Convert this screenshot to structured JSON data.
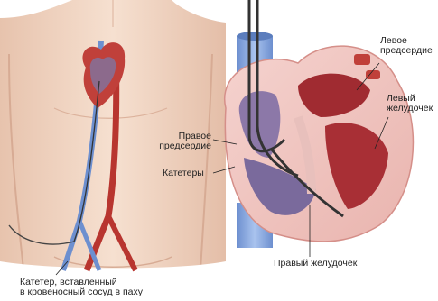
{
  "labels": {
    "left_atrium": [
      "Левое",
      "предсердие"
    ],
    "left_ventricle": [
      "Левый",
      "желудочек"
    ],
    "right_atrium": [
      "Правое",
      "предсердие"
    ],
    "catheters": "Катетеры",
    "right_ventricle": "Правый желудочек",
    "catheter_insertion": [
      "Катетер, вставленный",
      "в кровеносный сосуд в паху"
    ]
  }
}
